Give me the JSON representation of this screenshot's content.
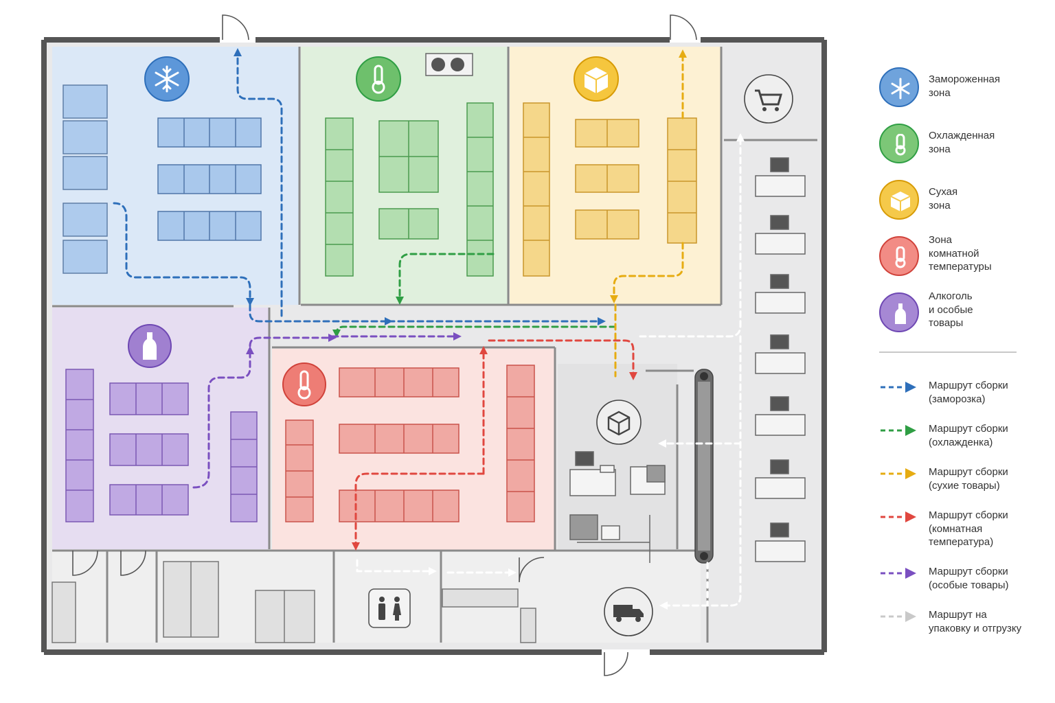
{
  "colors": {
    "frozen": "#2e6fba",
    "chilled": "#2f9e44",
    "dry": "#e6ac12",
    "room": "#e0473f",
    "alcohol": "#7a4fc0",
    "shipping": "#c9c9c9",
    "frozen_fill": "#dbe8f7",
    "chilled_fill": "#e0f0dd",
    "dry_fill": "#fdf1d3",
    "room_fill": "#fbe3e0",
    "alcohol_fill": "#e6ddf1",
    "wall": "#555555"
  },
  "legend": {
    "zones": [
      {
        "key": "frozen",
        "label": "Замороженная\nзона",
        "icon": "snowflake-icon",
        "color": "#6fa3dc",
        "stroke": "#2e6fba"
      },
      {
        "key": "chilled",
        "label": "Охлажденная\nзона",
        "icon": "thermometer-icon",
        "color": "#7cc777",
        "stroke": "#2f9e44"
      },
      {
        "key": "dry",
        "label": "Сухая\nзона",
        "icon": "box-icon",
        "color": "#f5c94a",
        "stroke": "#d79b06"
      },
      {
        "key": "room",
        "label": "Зона\nкомнатной\nтемпературы",
        "icon": "thermometer-icon",
        "color": "#f28c85",
        "stroke": "#d0423a"
      },
      {
        "key": "alcohol",
        "label": "Алкоголь\nи особые\nтовары",
        "icon": "bottle-icon",
        "color": "#a688d4",
        "stroke": "#6e48b3"
      }
    ],
    "routes": [
      {
        "key": "frozen",
        "label": "Маршрут сборки\n(заморозка)",
        "color": "#2e6fba"
      },
      {
        "key": "chilled",
        "label": "Маршрут сборки\n(охлажденка)",
        "color": "#2f9e44"
      },
      {
        "key": "dry",
        "label": "Маршрут сборки\n(сухие товары)",
        "color": "#e6ac12"
      },
      {
        "key": "room",
        "label": "Маршрут сборки\n(комнатная\nтемпература)",
        "color": "#e0473f"
      },
      {
        "key": "alcohol",
        "label": "Маршрут сборки\n(особые товары)",
        "color": "#7a4fc0"
      },
      {
        "key": "shipping",
        "label": "Маршрут на\nупаковку и отгрузку",
        "color": "#c9c9c9"
      }
    ]
  },
  "map_icons": [
    {
      "name": "snowflake-icon",
      "zone": "frozen"
    },
    {
      "name": "thermometer-icon",
      "zone": "chilled"
    },
    {
      "name": "box-icon",
      "zone": "dry"
    },
    {
      "name": "bottle-icon",
      "zone": "alcohol"
    },
    {
      "name": "thermometer-icon",
      "zone": "room"
    },
    {
      "name": "cart-icon",
      "zone": "shipping"
    },
    {
      "name": "package-icon",
      "zone": "packing"
    },
    {
      "name": "truck-icon",
      "zone": "dispatch"
    },
    {
      "name": "restroom-icon",
      "zone": "facilities"
    }
  ]
}
